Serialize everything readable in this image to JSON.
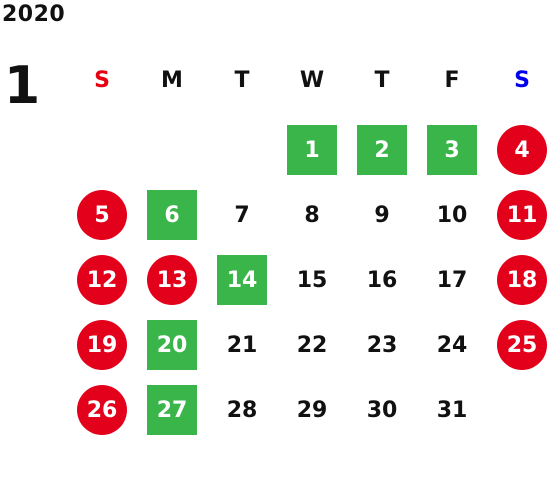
{
  "calendar": {
    "year": "2020",
    "month": "1",
    "weekdays": [
      "S",
      "M",
      "T",
      "W",
      "T",
      "F",
      "S"
    ],
    "weekday_colors": [
      "#e60012",
      "#111111",
      "#111111",
      "#111111",
      "#111111",
      "#111111",
      "#0000ee"
    ],
    "colors": {
      "red_circle": "#e2001b",
      "green_square": "#3ab54a"
    },
    "weeks": [
      [
        {
          "day": "",
          "style": "empty"
        },
        {
          "day": "",
          "style": "empty"
        },
        {
          "day": "",
          "style": "empty"
        },
        {
          "day": "1",
          "style": "green"
        },
        {
          "day": "2",
          "style": "green"
        },
        {
          "day": "3",
          "style": "green"
        },
        {
          "day": "4",
          "style": "red"
        }
      ],
      [
        {
          "day": "5",
          "style": "red"
        },
        {
          "day": "6",
          "style": "green"
        },
        {
          "day": "7",
          "style": "plain"
        },
        {
          "day": "8",
          "style": "plain"
        },
        {
          "day": "9",
          "style": "plain"
        },
        {
          "day": "10",
          "style": "plain"
        },
        {
          "day": "11",
          "style": "red"
        }
      ],
      [
        {
          "day": "12",
          "style": "red"
        },
        {
          "day": "13",
          "style": "red"
        },
        {
          "day": "14",
          "style": "green"
        },
        {
          "day": "15",
          "style": "plain"
        },
        {
          "day": "16",
          "style": "plain"
        },
        {
          "day": "17",
          "style": "plain"
        },
        {
          "day": "18",
          "style": "red"
        }
      ],
      [
        {
          "day": "19",
          "style": "red"
        },
        {
          "day": "20",
          "style": "green"
        },
        {
          "day": "21",
          "style": "plain"
        },
        {
          "day": "22",
          "style": "plain"
        },
        {
          "day": "23",
          "style": "plain"
        },
        {
          "day": "24",
          "style": "plain"
        },
        {
          "day": "25",
          "style": "red"
        }
      ],
      [
        {
          "day": "26",
          "style": "red"
        },
        {
          "day": "27",
          "style": "green"
        },
        {
          "day": "28",
          "style": "plain"
        },
        {
          "day": "29",
          "style": "plain"
        },
        {
          "day": "30",
          "style": "plain"
        },
        {
          "day": "31",
          "style": "plain"
        },
        {
          "day": "",
          "style": "empty"
        }
      ]
    ]
  }
}
